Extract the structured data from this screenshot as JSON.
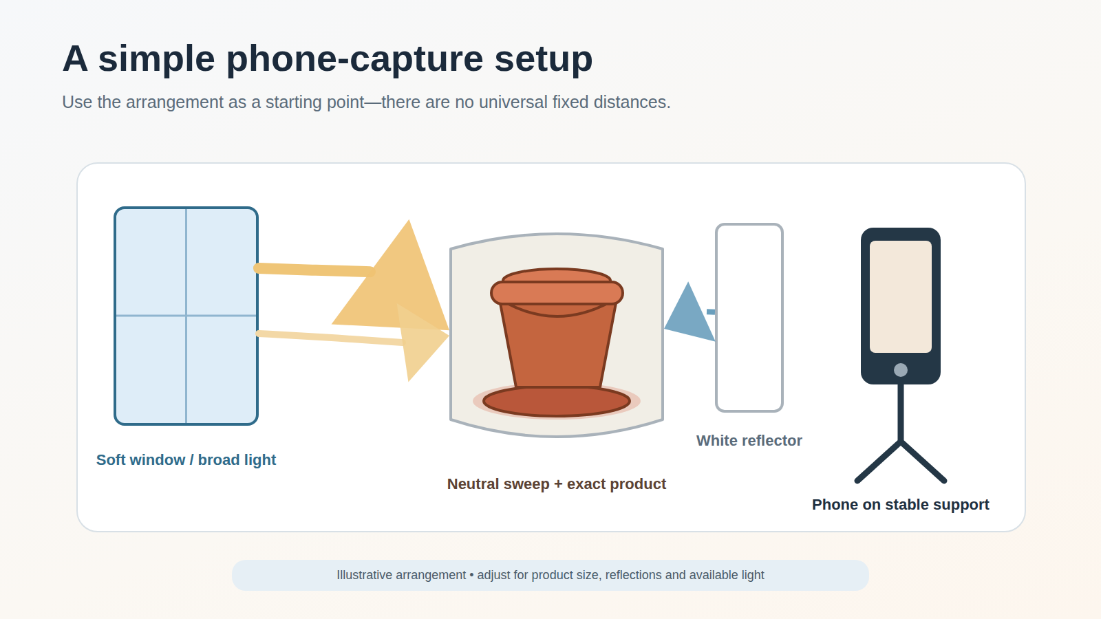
{
  "diagram": {
    "title": "A simple phone-capture setup",
    "caption": "Illustrative arrangement • adjust for product size, reflections and available light",
    "nodes": [
      {
        "text": [
          "Soft window / broad light"
        ]
      },
      {
        "text": [
          "Neutral sweep + exact product"
        ]
      },
      {
        "text": [
          "White reflector"
        ]
      },
      {
        "text": [
          "Phone on stable support"
        ]
      }
    ],
    "edges": [
      {
        "from": 0,
        "to": 1,
        "arrow": "to"
      },
      {
        "from": 0,
        "to": 1,
        "arrow": "to"
      },
      {
        "from": 2,
        "to": 1,
        "arrow": "to"
      }
    ],
    "labels": [
      "Use the arrangement as a starting point—there are no universal fixed distances."
    ]
  }
}
